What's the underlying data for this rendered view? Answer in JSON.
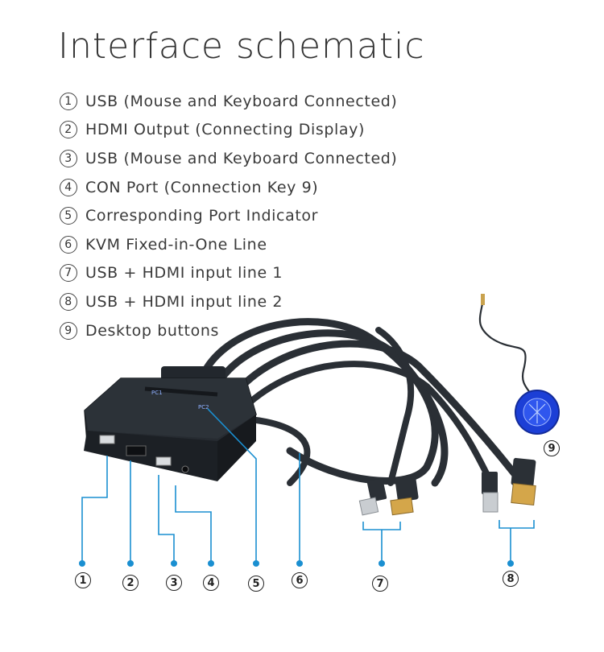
{
  "title": "Interface schematic",
  "legend": [
    {
      "num": "1",
      "text": "USB (Mouse and Keyboard Connected)"
    },
    {
      "num": "2",
      "text": "HDMI Output (Connecting Display)"
    },
    {
      "num": "3",
      "text": "USB (Mouse and Keyboard Connected)"
    },
    {
      "num": "4",
      "text": "CON Port (Connection Key 9)"
    },
    {
      "num": "5",
      "text": "Corresponding Port Indicator"
    },
    {
      "num": "6",
      "text": "KVM Fixed-in-One Line"
    },
    {
      "num": "7",
      "text": "USB + HDMI input line 1"
    },
    {
      "num": "8",
      "text": "USB + HDMI input line 2"
    },
    {
      "num": "9",
      "text": "Desktop buttons"
    }
  ],
  "device": {
    "label_pc1": "PC1",
    "label_pc2": "PC2"
  },
  "callouts": [
    "1",
    "2",
    "3",
    "4",
    "5",
    "6",
    "7",
    "8",
    "9"
  ],
  "colors": {
    "accent": "#1a8fd1",
    "device": "#1e2329",
    "cable": "#2a2f35",
    "button": "#1c3fd6"
  }
}
